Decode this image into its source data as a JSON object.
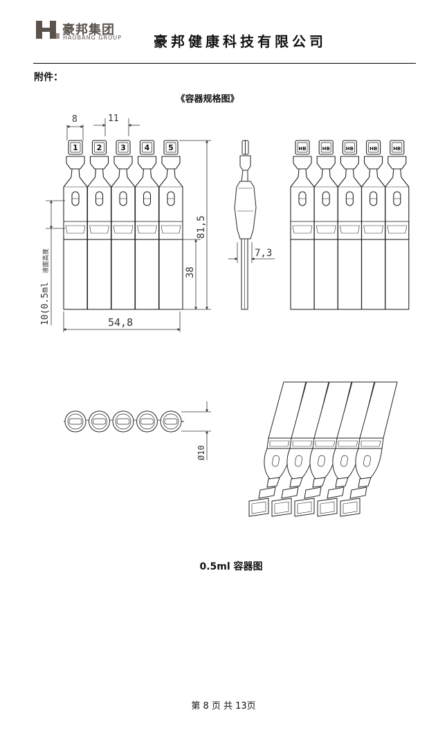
{
  "header": {
    "logo_cn": "豪邦集团",
    "logo_en": "HAOBANG GROUP",
    "company_name": "豪邦健康科技有限公司"
  },
  "attachment_label": "附件：",
  "figure_title": "《容器规格图》",
  "front_view": {
    "slot_numbers": [
      "1",
      "2",
      "3",
      "4",
      "5"
    ],
    "dim_top_pitch_1": "8",
    "dim_top_pitch_2": "11",
    "dim_total_height": "81,5",
    "dim_body_height": "38",
    "dim_total_width": "54,8",
    "dim_fill_level": "10(0.5ml",
    "dim_fill_level_note": "液面高度"
  },
  "side_view": {
    "dim_thickness": "7,3"
  },
  "back_view": {
    "tab_labels": [
      "HB",
      "HB",
      "HB",
      "HB",
      "HB"
    ]
  },
  "top_view": {
    "dim_diameter": "Ø10"
  },
  "caption": "0.5ml 容器图",
  "footer": {
    "text": "第 8 页 共 13页"
  }
}
